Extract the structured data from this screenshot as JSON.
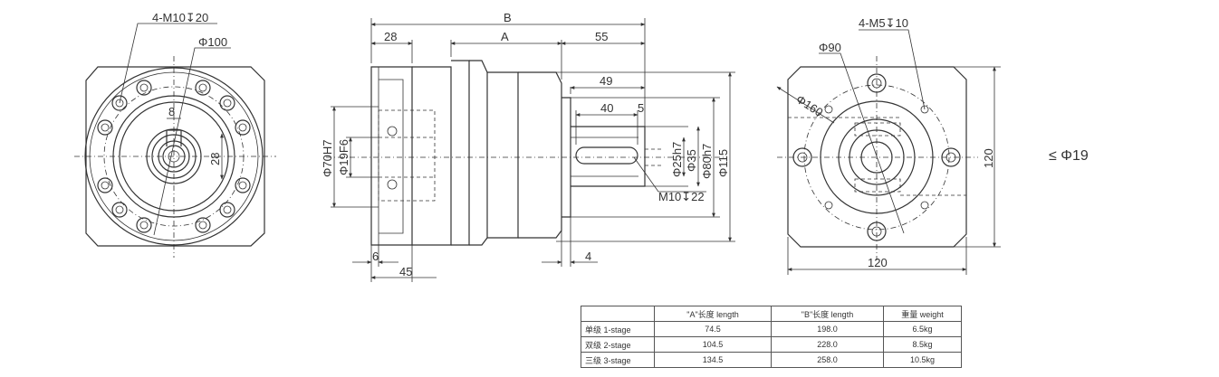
{
  "front_view": {
    "hole_label": "4-M10↧20",
    "pcd_label": "Φ100",
    "key_width": "8",
    "key_height": "28"
  },
  "side_view": {
    "overall_length": "B",
    "flange_length": "28",
    "body_length": "A",
    "shaft_length": "55",
    "key_length": "49",
    "key_slot_length": "40",
    "key_offset": "5",
    "pilot_bore": "Φ70H7",
    "input_bore": "Φ19F6",
    "shaft_dia": "Φ25h7",
    "shaft_shoulder": "Φ35",
    "pilot_dia": "Φ80h7",
    "body_dia": "Φ115",
    "center_tap": "M10↧22",
    "flange_thick": "6",
    "adapter_len": "45",
    "pilot_len": "4"
  },
  "rear_view": {
    "hole_label": "4-M5↧10",
    "bolt_circle": "Φ90",
    "outer_circle": "Φ160",
    "height": "120",
    "width": "120"
  },
  "motor_shaft_note": "≤ Φ19",
  "spec_table": {
    "headers": [
      "",
      "\"A\"长度 length",
      "\"B\"长度  length",
      "重量 weight"
    ],
    "rows": [
      [
        "单级 1-stage",
        "74.5",
        "198.0",
        "6.5kg"
      ],
      [
        "双级 2-stage",
        "104.5",
        "228.0",
        "8.5kg"
      ],
      [
        "三级 3-stage",
        "134.5",
        "258.0",
        "10.5kg"
      ]
    ]
  }
}
